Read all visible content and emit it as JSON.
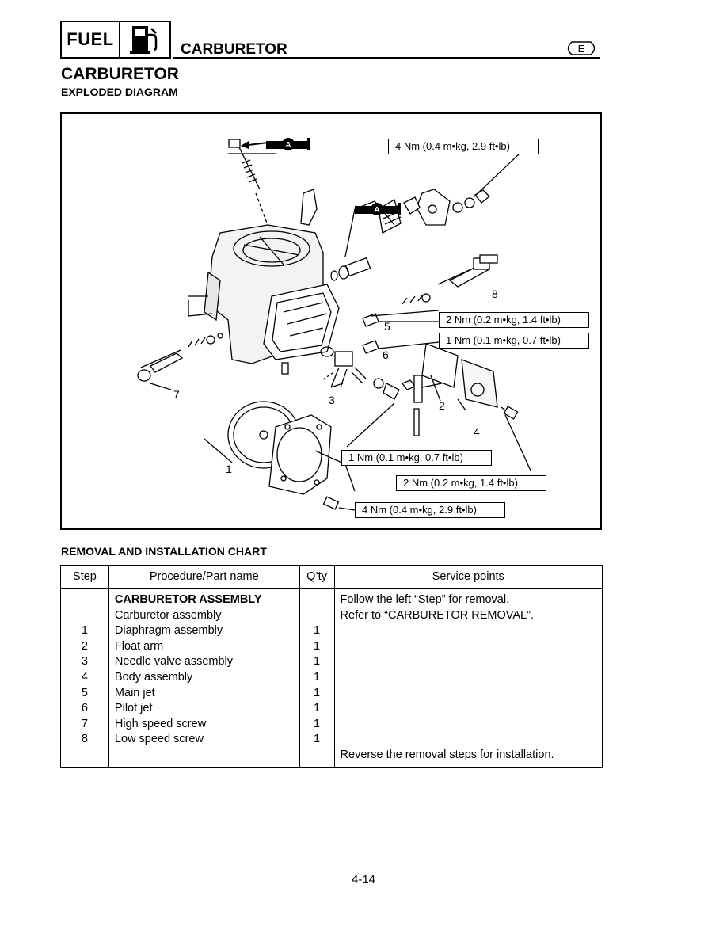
{
  "header": {
    "badge_text": "FUEL",
    "section_title": "CARBURETOR",
    "language_badge": "E"
  },
  "page": {
    "title": "CARBURETOR",
    "subtitle": "EXPLODED DIAGRAM",
    "number": "4-14"
  },
  "diagram": {
    "lube_mark": "A",
    "torque_labels": {
      "t1": "4 Nm (0.4 m•kg, 2.9 ft•lb)",
      "t2": "2 Nm (0.2 m•kg, 1.4 ft•lb)",
      "t3": "1 Nm (0.1 m•kg, 0.7 ft•lb)",
      "t4": "1 Nm (0.1 m•kg, 0.7 ft•lb)",
      "t5": "2 Nm (0.2 m•kg, 1.4 ft•lb)",
      "t6": "4 Nm (0.4 m•kg, 2.9 ft•lb)"
    },
    "callouts": [
      "1",
      "2",
      "3",
      "4",
      "5",
      "6",
      "7",
      "8"
    ]
  },
  "chart": {
    "title": "REMOVAL AND INSTALLATION CHART",
    "headers": {
      "step": "Step",
      "procedure": "Procedure/Part name",
      "qty": "Q’ty",
      "service": "Service points"
    },
    "rows": [
      {
        "step": "",
        "part": "CARBURETOR ASSEMBLY",
        "qty": "",
        "service": "Follow the left “Step” for removal."
      },
      {
        "step": "",
        "part": "Carburetor assembly",
        "qty": "",
        "service": "Refer to “CARBURETOR REMOVAL”."
      },
      {
        "step": "1",
        "part": "Diaphragm assembly",
        "qty": "1",
        "service": ""
      },
      {
        "step": "2",
        "part": "Float arm",
        "qty": "1",
        "service": ""
      },
      {
        "step": "3",
        "part": "Needle valve assembly",
        "qty": "1",
        "service": ""
      },
      {
        "step": "4",
        "part": "Body assembly",
        "qty": "1",
        "service": ""
      },
      {
        "step": "5",
        "part": "Main jet",
        "qty": "1",
        "service": ""
      },
      {
        "step": "6",
        "part": "Pilot jet",
        "qty": "1",
        "service": ""
      },
      {
        "step": "7",
        "part": "High speed screw",
        "qty": "1",
        "service": ""
      },
      {
        "step": "8",
        "part": "Low speed screw",
        "qty": "1",
        "service": ""
      },
      {
        "step": "",
        "part": "",
        "qty": "",
        "service": "Reverse the removal steps for installation."
      }
    ]
  }
}
